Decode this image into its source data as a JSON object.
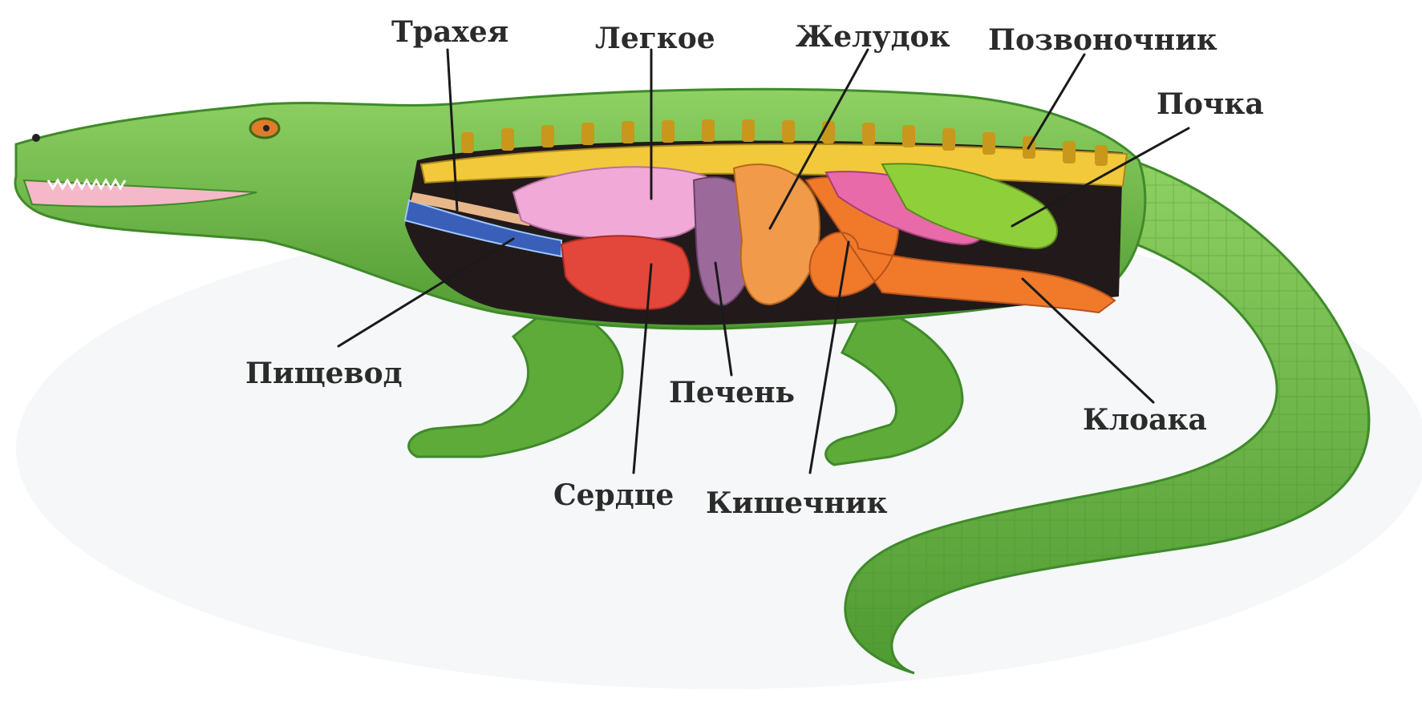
{
  "labels": {
    "trachea": "Трахея",
    "lung": "Легкое",
    "stomach": "Желудок",
    "spine": "Позвоночник",
    "kidney": "Почка",
    "esophagus": "Пищевод",
    "liver": "Печень",
    "heart": "Сердце",
    "intestine": "Кишечник",
    "cloaca": "Клоака"
  },
  "colors": {
    "body": "#6fb944",
    "body_dark": "#3f8a2a",
    "spine": "#f2c93a",
    "lung": "#f1a9d8",
    "heart": "#e3463a",
    "liver": "#9c6a9a",
    "stomach": "#f19a4a",
    "intestine": "#f07a2a",
    "kidney": "#8fcf3a",
    "esophagus": "#3a5fb8"
  },
  "icons": [
    "crocodile-illustration"
  ]
}
